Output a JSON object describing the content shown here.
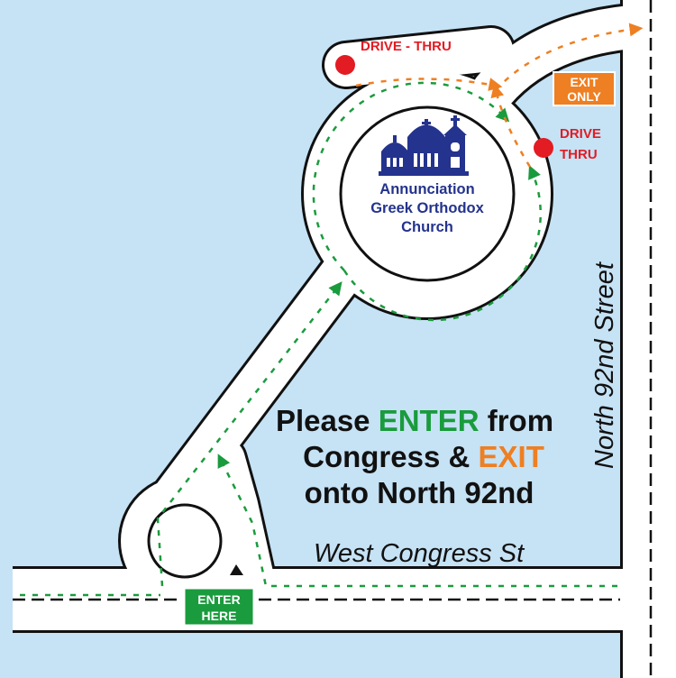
{
  "labels": {
    "drive_thru_top": "DRIVE - THRU",
    "drive_thru_right_line1": "DRIVE",
    "drive_thru_right_line2": "THRU",
    "exit_only_line1": "EXIT",
    "exit_only_line2": "ONLY",
    "enter_here_line1": "ENTER",
    "enter_here_line2": "HERE",
    "north_street": "North 92nd Street",
    "west_street": "West Congress St"
  },
  "church": {
    "line1": "Annunciation",
    "line2": "Greek Orthodox",
    "line3": "Church"
  },
  "message": {
    "line1_a": "Please ",
    "line1_b": "ENTER",
    "line1_c": " from",
    "line2_a": "Congress & ",
    "line2_b": "EXIT",
    "line3": "onto North 92nd"
  },
  "colors": {
    "background": "#c6e2f5",
    "road": "#ffffff",
    "enter_green": "#1a9b3d",
    "exit_orange": "#ee7f22",
    "drive_thru_red": "#e31b23",
    "church_blue": "#24338d"
  },
  "icons": {
    "church": "church-icon",
    "drive_thru_marker": "red-dot-marker",
    "route_arrow": "arrow-icon"
  }
}
